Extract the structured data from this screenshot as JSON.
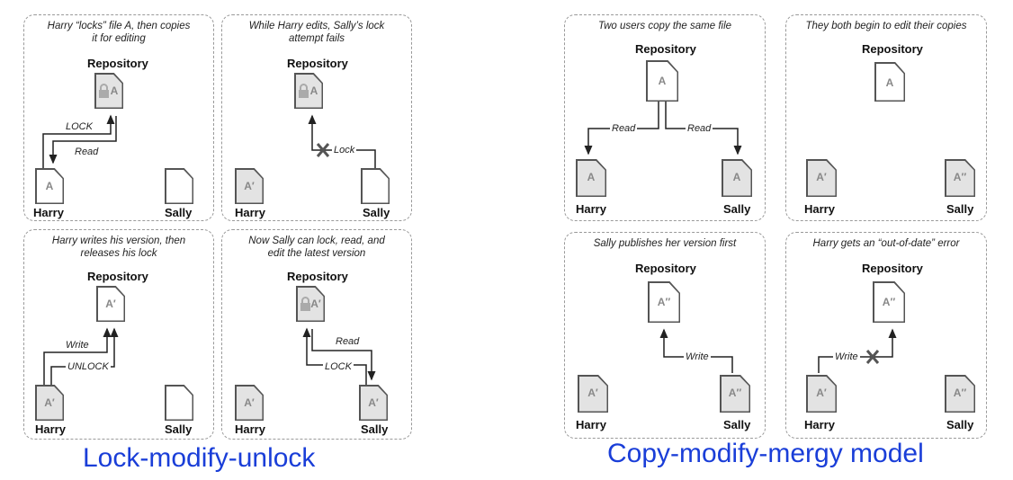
{
  "captions": {
    "left": "Lock-modify-unlock",
    "right": "Copy-modify-mergy model"
  },
  "panels": [
    {
      "title": "Harry “locks” file A, then copies it for editing",
      "repo_label": "Repository",
      "repo_file": "A",
      "harry_label": "Harry",
      "harry_file": "A",
      "sally_label": "Sally",
      "sally_file": "",
      "edges": [
        "LOCK",
        "Read"
      ]
    },
    {
      "title": "While Harry edits, Sally’s lock attempt fails",
      "repo_label": "Repository",
      "repo_file": "A",
      "harry_label": "Harry",
      "harry_file": "A′",
      "sally_label": "Sally",
      "sally_file": "",
      "edges": [
        "Lock"
      ]
    },
    {
      "title": "Harry writes his version, then releases his lock",
      "repo_label": "Repository",
      "repo_file": "A′",
      "harry_label": "Harry",
      "harry_file": "A′",
      "sally_label": "Sally",
      "sally_file": "",
      "edges": [
        "Write",
        "UNLOCK"
      ]
    },
    {
      "title": "Now Sally can lock, read, and edit the latest version",
      "repo_label": "Repository",
      "repo_file": "A′",
      "harry_label": "Harry",
      "harry_file": "A′",
      "sally_label": "Sally",
      "sally_file": "A′",
      "edges": [
        "Read",
        "LOCK"
      ]
    },
    {
      "title": "Two users copy the same file",
      "repo_label": "Repository",
      "repo_file": "A",
      "harry_label": "Harry",
      "harry_file": "A",
      "sally_label": "Sally",
      "sally_file": "A",
      "edges": [
        "Read",
        "Read"
      ]
    },
    {
      "title": "They both begin to edit their copies",
      "repo_label": "Repository",
      "repo_file": "A",
      "harry_label": "Harry",
      "harry_file": "A′",
      "sally_label": "Sally",
      "sally_file": "A″",
      "edges": []
    },
    {
      "title": "Sally publishes her version first",
      "repo_label": "Repository",
      "repo_file": "A″",
      "harry_label": "Harry",
      "harry_file": "A′",
      "sally_label": "Sally",
      "sally_file": "A″",
      "edges": [
        "Write"
      ]
    },
    {
      "title": "Harry gets an “out-of-date” error",
      "repo_label": "Repository",
      "repo_file": "A″",
      "harry_label": "Harry",
      "harry_file": "A′",
      "sally_label": "Sally",
      "sally_file": "A″",
      "edges": [
        "Write"
      ]
    }
  ]
}
